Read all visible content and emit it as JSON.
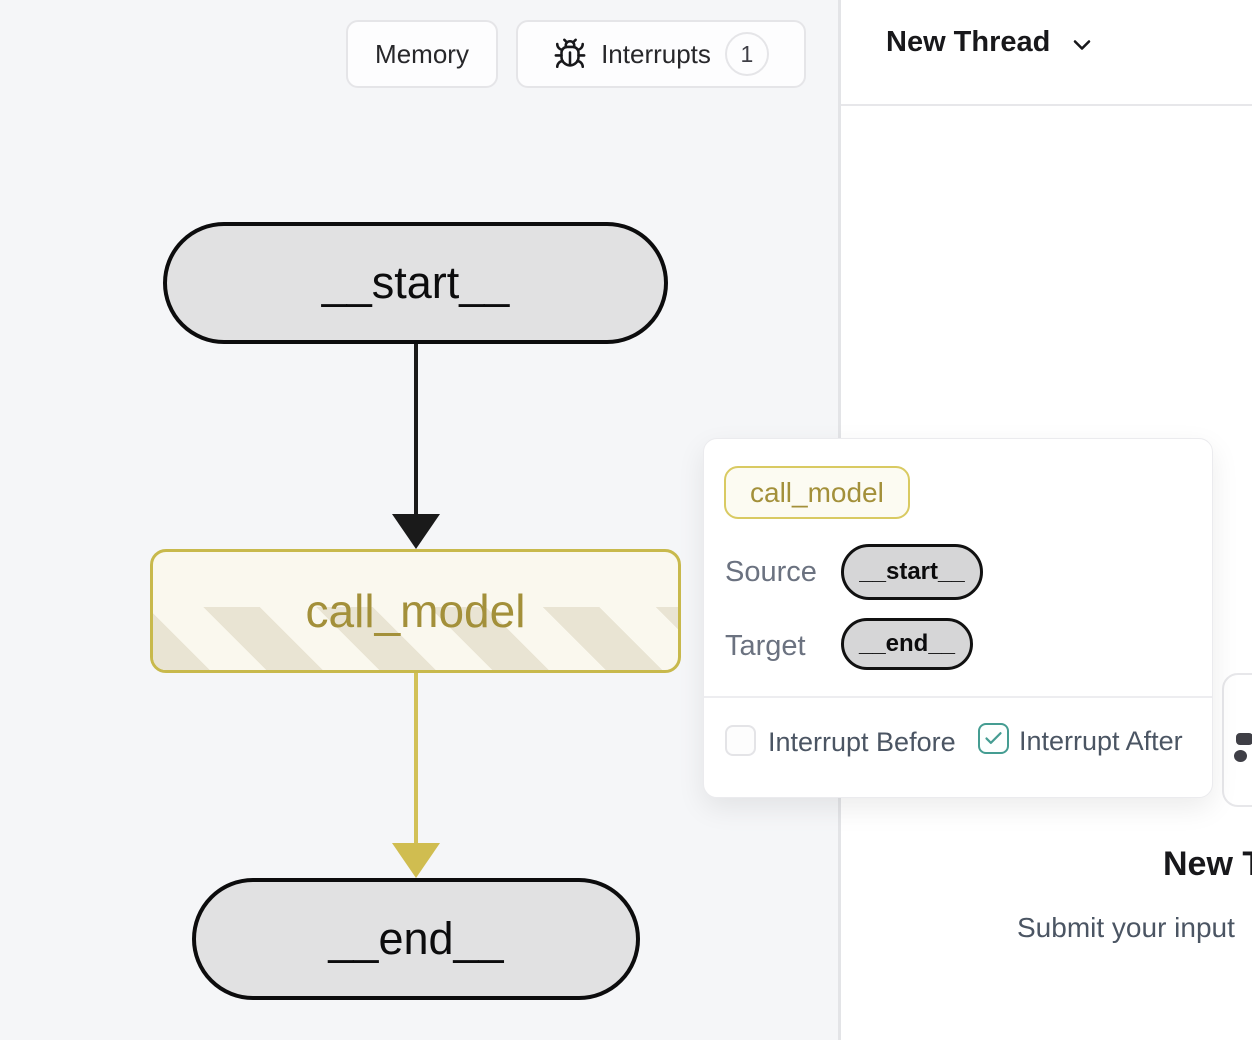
{
  "toolbar": {
    "memory_label": "Memory",
    "interrupts_label": "Interrupts",
    "interrupts_count": "1"
  },
  "graph": {
    "start_label": "__start__",
    "model_label": "call_model",
    "end_label": "__end__",
    "edges": [
      {
        "from": "__start__",
        "to": "call_model",
        "color": "#1a1a1a"
      },
      {
        "from": "call_model",
        "to": "__end__",
        "color": "#d0bd50"
      }
    ]
  },
  "node_popup": {
    "node_label": "call_model",
    "source_label": "Source",
    "source_value": "__start__",
    "target_label": "Target",
    "target_value": "__end__",
    "interrupt_before_label": "Interrupt Before",
    "interrupt_before_checked": false,
    "interrupt_after_label": "Interrupt After",
    "interrupt_after_checked": true
  },
  "thread_panel": {
    "title": "New Thread",
    "empty_title": "New Thread",
    "empty_subtitle": "Submit your input"
  },
  "colors": {
    "canvas_bg": "#f5f6f8",
    "node_gray_fill": "#e1e1e2",
    "node_yellow_border": "#c8b94c",
    "node_yellow_bg": "#faf8ee",
    "node_yellow_text": "#a3903a",
    "stripe_beige": "#e9e4d3",
    "edge_black": "#1a1a1a",
    "edge_yellow": "#d0bd50",
    "teal_accent": "#459d92"
  }
}
